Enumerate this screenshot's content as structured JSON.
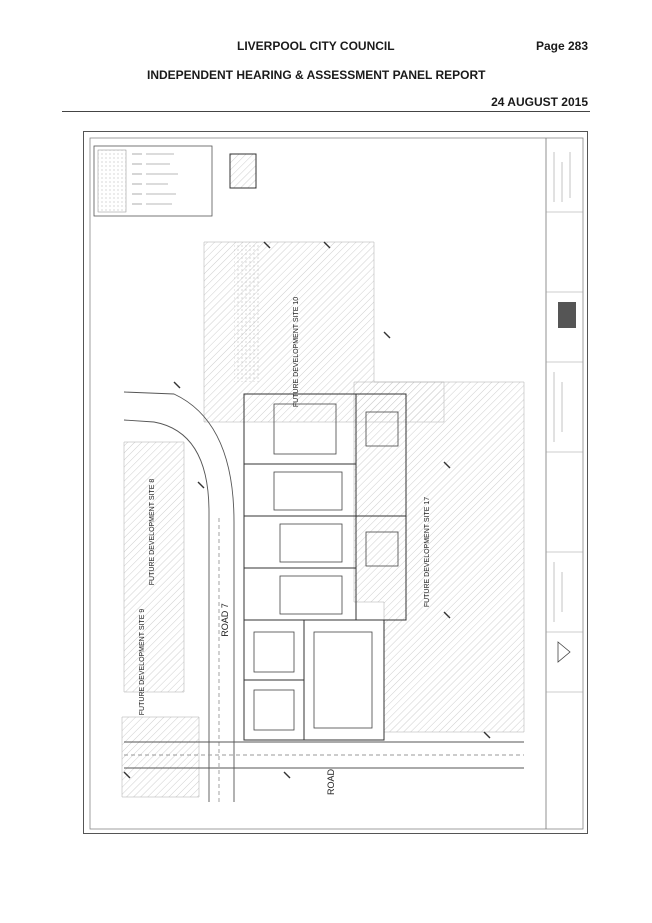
{
  "header": {
    "council": "LIVERPOOL CITY COUNCIL",
    "page": "Page 283",
    "report_title": "INDEPENDENT HEARING & ASSESSMENT PANEL REPORT",
    "date": "24 AUGUST 2015"
  },
  "plan": {
    "site_10": "FUTURE DEVELOPMENT SITE 10",
    "site_8": "FUTURE DEVELOPMENT SITE 8",
    "site_17": "FUTURE DEVELOPMENT SITE 17",
    "site_9": "FUTURE DEVELOPMENT SITE 9",
    "road_7": "ROAD 7",
    "road": "ROAD"
  }
}
